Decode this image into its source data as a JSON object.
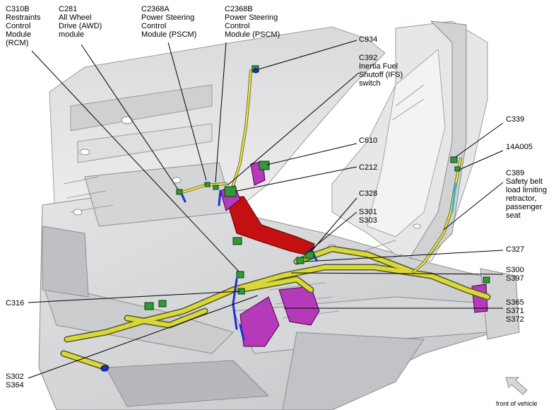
{
  "labels": {
    "c310b": "C310B\nRestraints\nControl\nModule\n(RCM)",
    "c281": "C281\nAll Wheel\nDrive (AWD)\nmodule",
    "c2368a": "C2368A\nPower Steering\nControl\nModule (PSCM)",
    "c2368b": "C2368B\nPower Steering\nControl\nModule (PSCM)",
    "c934": "C934",
    "c392": "C392\nInertia Fuel\nShutoff (IFS)\nswitch",
    "c610": "C610",
    "c212": "C212",
    "c328": "C328",
    "s301": "S301\nS303",
    "c339": "C339",
    "p14a005": "14A005",
    "c389": "C389\nSafety belt\nload limiting\nretractor,\npassenger\nseat",
    "c327": "C327",
    "s300": "S300\nS397",
    "s365": "S365\nS371\nS372",
    "c316": "C316",
    "s302": "S302\nS364"
  },
  "footer": {
    "front_of_vehicle": "front of vehicle"
  },
  "colors": {
    "harness": "#d8d83a",
    "harness_outline": "#55552a",
    "connector": "#2f9a36",
    "blue_wire": "#1c2fd6",
    "red_harness": "#c41010",
    "magenta": "#b43aba",
    "cyan": "#38b7d0",
    "body_gray": "#c9cacc",
    "body_line": "#8a8b8d"
  }
}
